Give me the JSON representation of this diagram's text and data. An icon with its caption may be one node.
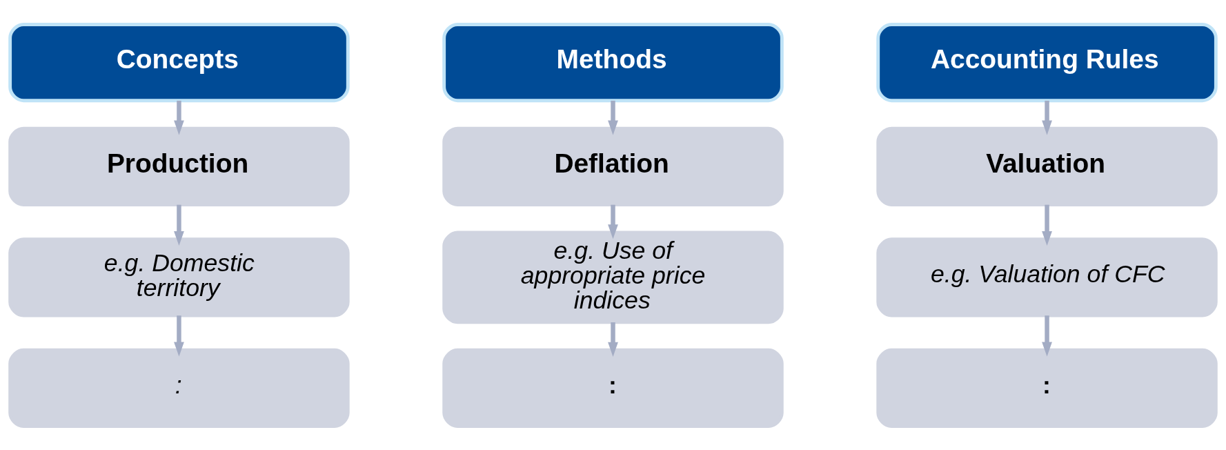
{
  "diagram": {
    "nodes": [
      {
        "text": [
          "Concepts"
        ]
      },
      {
        "text": [
          "Production"
        ]
      },
      {
        "text": [
          "e.g. Domestic territory"
        ]
      },
      {
        "text": [
          ":"
        ]
      },
      {
        "text": [
          "Methods"
        ]
      },
      {
        "text": [
          "Deflation"
        ]
      },
      {
        "text": [
          "e.g. Use of appropriate price indices"
        ]
      },
      {
        "text": [
          ":"
        ]
      },
      {
        "text": [
          "Accounting Rules"
        ]
      },
      {
        "text": [
          "Valuation"
        ]
      },
      {
        "text": [
          "e.g. Valuation of CFC"
        ]
      },
      {
        "text": [
          ":"
        ]
      }
    ],
    "edges": [
      {
        "from": 0,
        "to": 1,
        "arrow": "to"
      },
      {
        "from": 1,
        "to": 2,
        "arrow": "to"
      },
      {
        "from": 2,
        "to": 3,
        "arrow": "to"
      },
      {
        "from": 4,
        "to": 5,
        "arrow": "to"
      },
      {
        "from": 5,
        "to": 6,
        "arrow": "to"
      },
      {
        "from": 6,
        "to": 7,
        "arrow": "to"
      },
      {
        "from": 8,
        "to": 9,
        "arrow": "to"
      },
      {
        "from": 9,
        "to": 10,
        "arrow": "to"
      },
      {
        "from": 10,
        "to": 11,
        "arrow": "to"
      }
    ]
  }
}
